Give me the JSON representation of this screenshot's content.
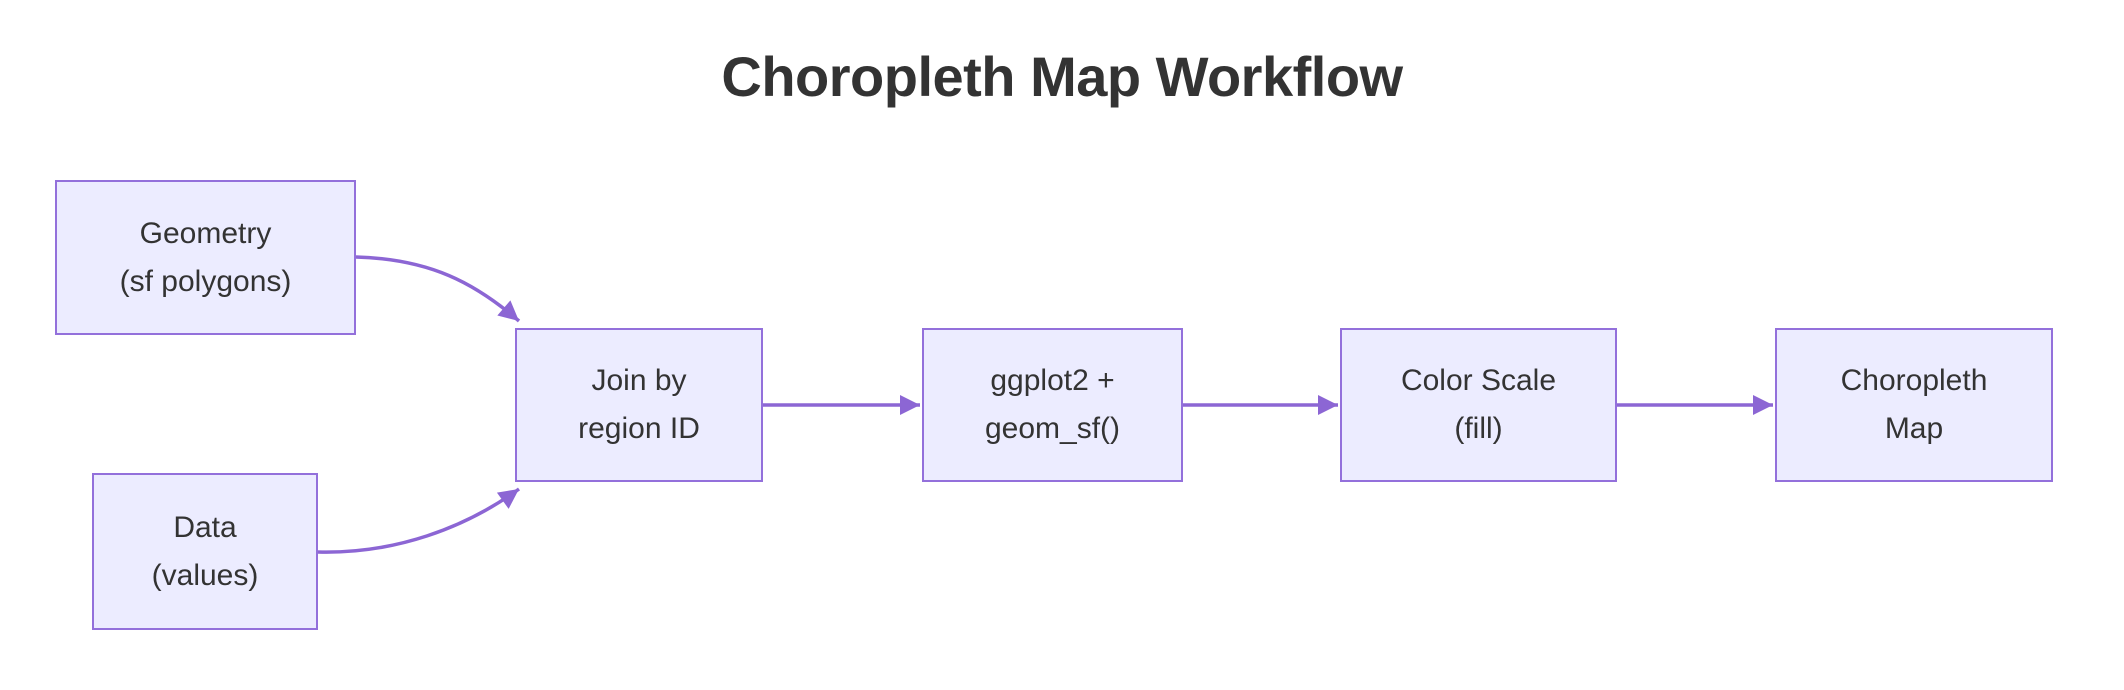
{
  "diagram_type": "flowchart",
  "title": "Choropleth Map Workflow",
  "colors": {
    "node-fill": "#ECECFF",
    "node-border": "#9370DB",
    "edge-color": "#8C66D4",
    "text-color": "#333333",
    "title-color": "#333333"
  },
  "nodes": [
    {
      "id": "geometry",
      "line1": "Geometry",
      "line2": "(sf polygons)"
    },
    {
      "id": "data",
      "line1": "Data",
      "line2": "(values)"
    },
    {
      "id": "join",
      "line1": "Join by",
      "line2": "region ID"
    },
    {
      "id": "ggplot",
      "line1": "ggplot2 +",
      "line2": "geom_sf()"
    },
    {
      "id": "colorscale",
      "line1": "Color Scale",
      "line2": "(fill)"
    },
    {
      "id": "map",
      "line1": "Choropleth",
      "line2": "Map"
    }
  ],
  "edges": [
    {
      "from": "geometry",
      "to": "join"
    },
    {
      "from": "data",
      "to": "join"
    },
    {
      "from": "join",
      "to": "ggplot"
    },
    {
      "from": "ggplot",
      "to": "colorscale"
    },
    {
      "from": "colorscale",
      "to": "map"
    }
  ]
}
